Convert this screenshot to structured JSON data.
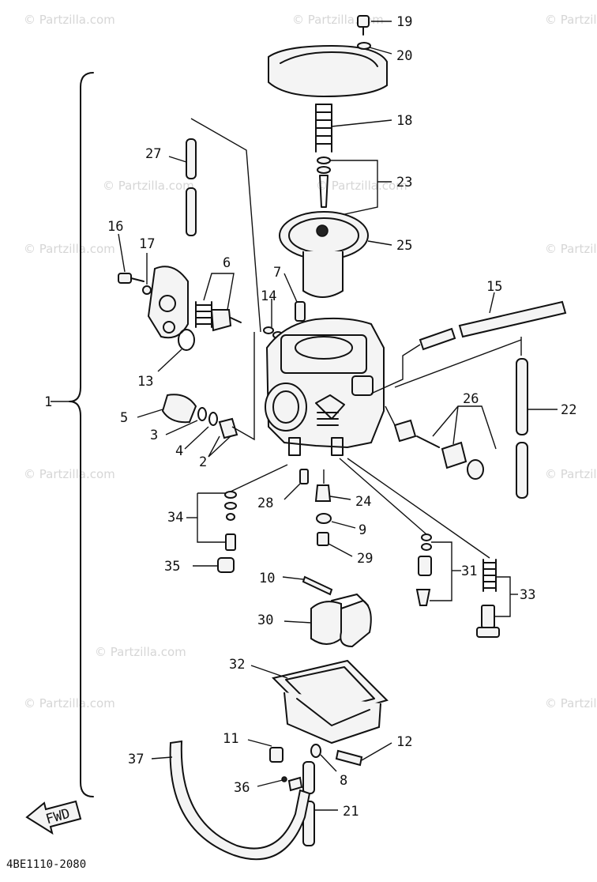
{
  "diagram": {
    "labels": [
      "1",
      "2",
      "3",
      "4",
      "5",
      "6",
      "7",
      "8",
      "9",
      "10",
      "11",
      "12",
      "13",
      "14",
      "15",
      "16",
      "17",
      "18",
      "19",
      "20",
      "21",
      "22",
      "23",
      "24",
      "25",
      "26",
      "27",
      "28",
      "29",
      "30",
      "31",
      "32",
      "33",
      "34",
      "35",
      "36",
      "37"
    ],
    "watermark": "© Partzilla.com",
    "footer_code": "4BE1110-2080",
    "fwd_label": "FWD"
  }
}
